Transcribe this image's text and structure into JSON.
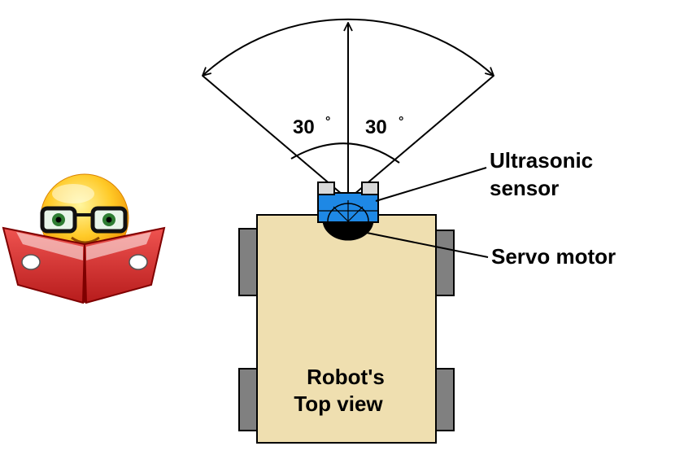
{
  "diagram": {
    "angle_left": "30",
    "angle_right": "30",
    "degree_mark": "°",
    "sensor_label_line1": "Ultrasonic",
    "sensor_label_line2": "sensor",
    "servo_label": "Servo motor",
    "robot_label_line1": "Robot's",
    "robot_label_line2": "Top view"
  },
  "colors": {
    "robot_body": "#efdfb0",
    "wheel": "#808080",
    "sensor": "#1e88e5",
    "servo": "#000000",
    "book": "#e53935",
    "emoji_face": "#ffc400"
  }
}
